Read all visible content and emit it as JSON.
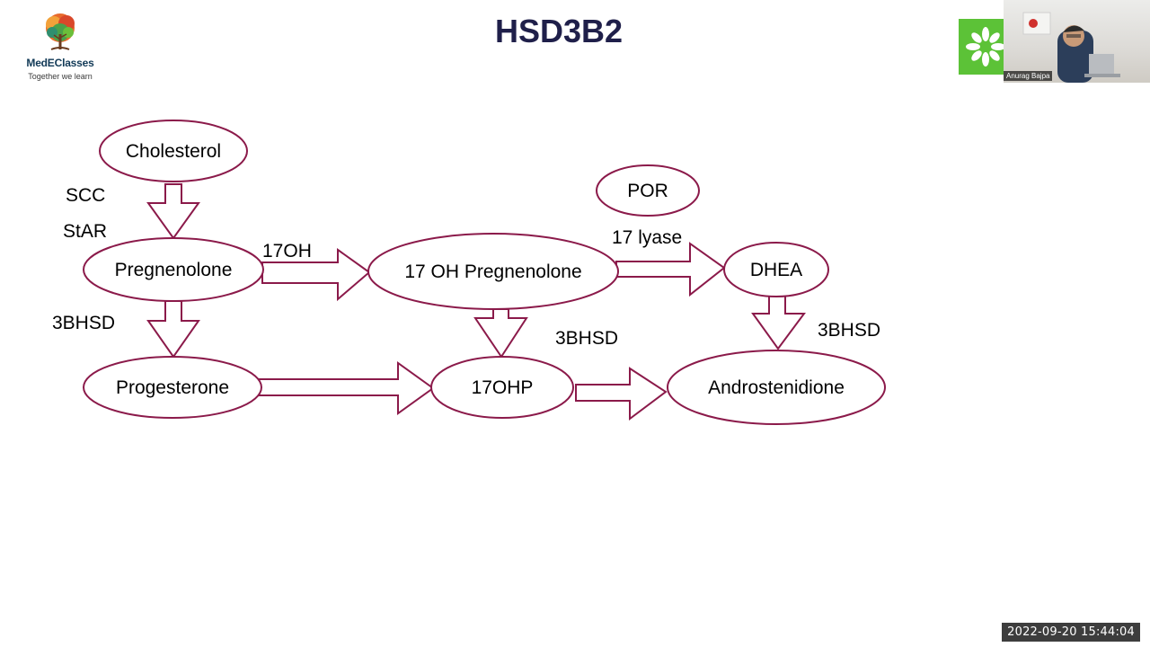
{
  "slide": {
    "title": "HSD3B2"
  },
  "logo": {
    "name": "MedEClasses",
    "tagline": "Together we learn"
  },
  "video": {
    "presenter_name": "Anurag Bajpa"
  },
  "timestamp": "2022-09-20  15:44:04",
  "diagram": {
    "nodes": {
      "cholesterol": "Cholesterol",
      "pregnenolone": "Pregnenolone",
      "oh_pregnenolone": "17 OH Pregnenolone",
      "dhea": "DHEA",
      "por": "POR",
      "progesterone": "Progesterone",
      "ohp": "17OHP",
      "androstenidione": "Androstenidione"
    },
    "enzymes": {
      "scc": "SCC",
      "star": "StAR",
      "hydroxylase": "17OH",
      "lyase": "17 lyase",
      "hsd_left": "3BHSD",
      "hsd_mid": "3BHSD",
      "hsd_right": "3BHSD"
    },
    "colors": {
      "outline": "#8b1a4a",
      "title": "#1f1f4a"
    }
  }
}
